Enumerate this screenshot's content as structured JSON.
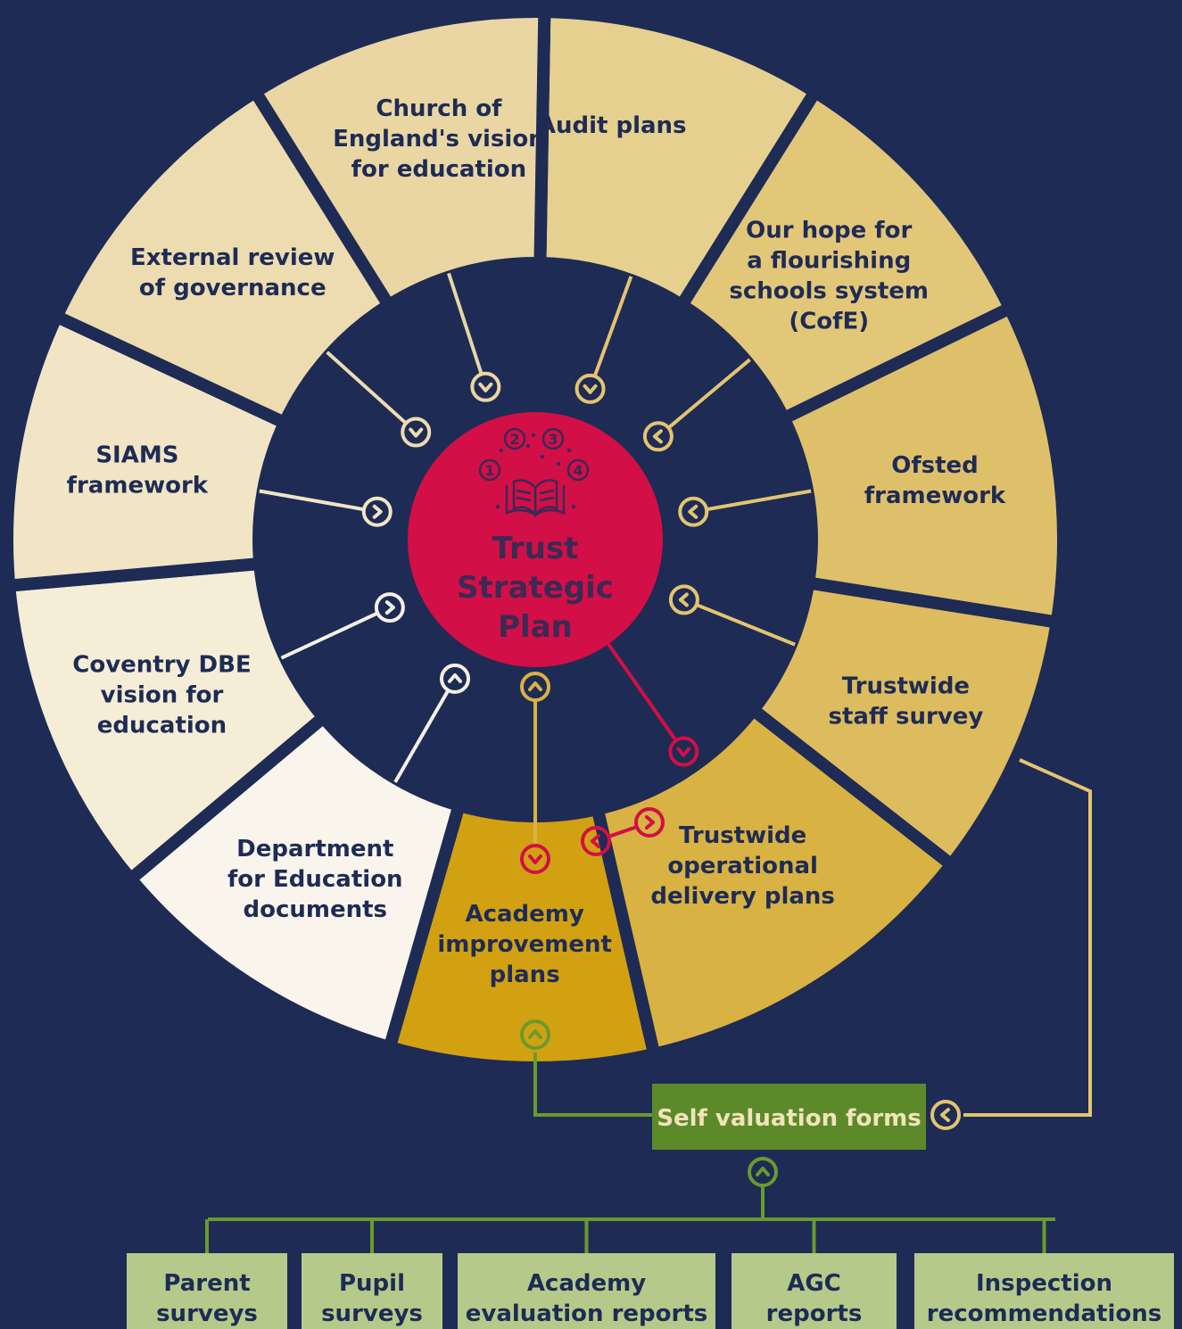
{
  "colors": {
    "background": "#1e2b55",
    "center_fill": "#d20f46",
    "center_text": "#3a2a55",
    "red_connector": "#d20f46",
    "green_dark": "#5c8a2a",
    "green_connector": "#6a9a2e",
    "green_light": "#b5c98a",
    "gold_connector": "#e3c470",
    "white_connector": "#f5f0e6"
  },
  "center": {
    "title_lines": [
      "Trust",
      "Strategic",
      "Plan"
    ],
    "icon": "open-book-icon",
    "numbers": [
      "1",
      "2",
      "3",
      "4"
    ]
  },
  "segments": [
    {
      "id": "audit",
      "lines": [
        "Audit plans"
      ],
      "color": "#e5d08f",
      "connector": "#e3c470",
      "arrow": "chevron-down-icon"
    },
    {
      "id": "hope",
      "lines": [
        "Our hope for",
        "a flourishing",
        "schools system",
        "(CofE)"
      ],
      "color": "#e2c779",
      "connector": "#e3c470",
      "arrow": "chevron-left-icon"
    },
    {
      "id": "ofsted",
      "lines": [
        "Ofsted",
        "framework"
      ],
      "color": "#dfc06a",
      "connector": "#e3c470",
      "arrow": "chevron-left-icon"
    },
    {
      "id": "staff",
      "lines": [
        "Trustwide",
        "staff survey"
      ],
      "color": "#ddbb5f",
      "connector": "#e3c470",
      "arrow": "chevron-left-icon"
    },
    {
      "id": "operational",
      "lines": [
        "Trustwide",
        "operational",
        "delivery plans"
      ],
      "color": "#d8b242",
      "connector": "#d20f46",
      "arrow": "chevron-down-icon"
    },
    {
      "id": "academy",
      "lines": [
        "Academy",
        "improvement",
        "plans"
      ],
      "color": "#d2a112",
      "connector": "#d8b242",
      "arrow": "chevron-up-icon"
    },
    {
      "id": "dfe",
      "lines": [
        "Department",
        "for Education",
        "documents"
      ],
      "color": "#f9f5ec",
      "connector": "#f5f0e6",
      "arrow": "chevron-up-icon"
    },
    {
      "id": "coventry",
      "lines": [
        "Coventry DBE",
        "vision for",
        "education"
      ],
      "color": "#f5edd6",
      "connector": "#f5f0e6",
      "arrow": "chevron-right-icon"
    },
    {
      "id": "siams",
      "lines": [
        "SIAMS",
        "framework"
      ],
      "color": "#f1e5c5",
      "connector": "#f1e5c5",
      "arrow": "chevron-right-icon"
    },
    {
      "id": "governance",
      "lines": [
        "External review",
        "of governance"
      ],
      "color": "#eddcb0",
      "connector": "#eddcb0",
      "arrow": "chevron-down-icon"
    },
    {
      "id": "church",
      "lines": [
        "Church of",
        "England's vision",
        "for education"
      ],
      "color": "#e9d6a3",
      "connector": "#e9d6a3",
      "arrow": "chevron-down-icon"
    }
  ],
  "self_evaluation": {
    "label": "Self valuation forms",
    "fill": "#5c8a2a",
    "text_color": "#f2e4b8"
  },
  "sources": [
    {
      "id": "parent",
      "lines": [
        "Parent",
        "surveys"
      ]
    },
    {
      "id": "pupil",
      "lines": [
        "Pupil",
        "surveys"
      ]
    },
    {
      "id": "academy-eval",
      "lines": [
        "Academy",
        "evaluation reports"
      ]
    },
    {
      "id": "agc",
      "lines": [
        "AGC",
        "reports"
      ]
    },
    {
      "id": "inspection",
      "lines": [
        "Inspection",
        "recommendations"
      ]
    }
  ]
}
